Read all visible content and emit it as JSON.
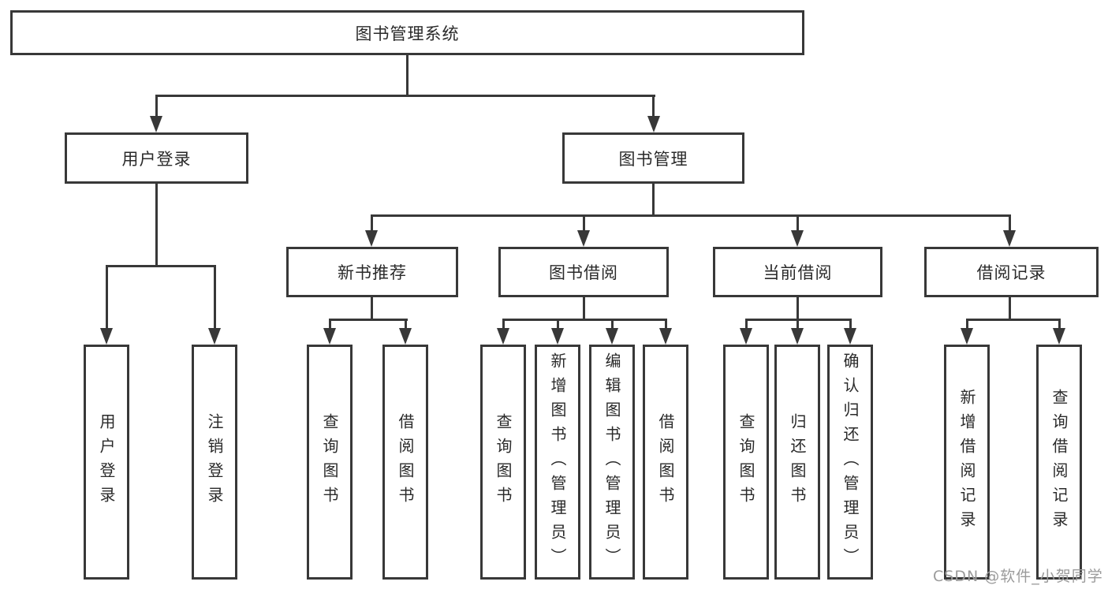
{
  "tree": {
    "label": "图书管理系统",
    "children": [
      {
        "label": "用户登录",
        "children": [
          {
            "label": "用户登录"
          },
          {
            "label": "注销登录"
          }
        ]
      },
      {
        "label": "图书管理",
        "children": [
          {
            "label": "新书推荐",
            "children": [
              {
                "label": "查询图书"
              },
              {
                "label": "借阅图书"
              }
            ]
          },
          {
            "label": "图书借阅",
            "children": [
              {
                "label": "查询图书"
              },
              {
                "label": "新增图书（管理员）"
              },
              {
                "label": "编辑图书（管理员）"
              },
              {
                "label": "借阅图书"
              }
            ]
          },
          {
            "label": "当前借阅",
            "children": [
              {
                "label": "查询图书"
              },
              {
                "label": "归还图书"
              },
              {
                "label": "确认归还（管理员）"
              }
            ]
          },
          {
            "label": "借阅记录",
            "children": [
              {
                "label": "新增借阅记录"
              },
              {
                "label": "查询借阅记录"
              }
            ]
          }
        ]
      }
    ]
  },
  "watermark": "CSDN @软件_小贺同学",
  "colors": {
    "line": "#383838",
    "text": "#2a2a2a",
    "watermark": "#9b9b9b",
    "background": "#ffffff"
  }
}
